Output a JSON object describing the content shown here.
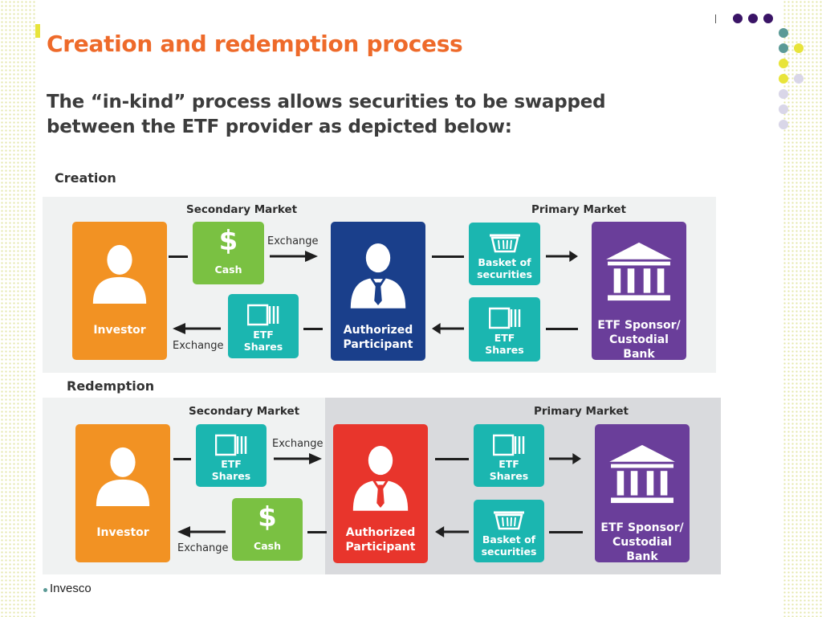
{
  "slide": {
    "title": "Creation and redemption process",
    "subtitle": "The “in-kind” process allows securities to be swapped between the ETF provider as depicted below:",
    "footer": "Invesco"
  },
  "creation": {
    "heading": "Creation",
    "secondary_market": "Secondary Market",
    "primary_market": "Primary Market",
    "investor": {
      "label": "Investor",
      "icon": "person-icon"
    },
    "cash": {
      "label": "Cash",
      "symbol": "$",
      "icon": "dollar-icon"
    },
    "etf_shares_left": {
      "label": "ETF Shares",
      "icon": "shares-icon"
    },
    "exchange_top": "Exchange",
    "exchange_bottom": "Exchange",
    "authorized_participant": {
      "label": "Authorized Participant",
      "icon": "businessman-icon"
    },
    "basket": {
      "label": "Basket of securities",
      "icon": "basket-icon"
    },
    "etf_shares_right": {
      "label": "ETF Shares",
      "icon": "shares-icon"
    },
    "sponsor": {
      "label": "ETF Sponsor/ Custodial Bank",
      "icon": "bank-icon"
    }
  },
  "redemption": {
    "heading": "Redemption",
    "secondary_market": "Secondary Market",
    "primary_market": "Primary Market",
    "investor": {
      "label": "Investor",
      "icon": "person-icon"
    },
    "etf_shares_left": {
      "label": "ETF Shares",
      "icon": "shares-icon"
    },
    "cash": {
      "label": "Cash",
      "symbol": "$",
      "icon": "dollar-icon"
    },
    "exchange_top": "Exchange",
    "exchange_bottom": "Exchange",
    "authorized_participant": {
      "label": "Authorized Participant",
      "icon": "businessman-icon"
    },
    "etf_shares_right": {
      "label": "ETF Shares",
      "icon": "shares-icon"
    },
    "basket": {
      "label": "Basket of securities",
      "icon": "basket-icon"
    },
    "sponsor": {
      "label": "ETF Sponsor/ Custodial Bank",
      "icon": "bank-icon"
    }
  },
  "colors": {
    "title": "#ee6a2a",
    "investor": "#f29223",
    "authorized_participant_creation": "#1a3f8b",
    "authorized_participant_redemption": "#e8352c",
    "sponsor": "#6a3e9a",
    "teal_chip": "#1bb6b0",
    "cash_chip": "#7ac142",
    "accent_yellow": "#e8e43a",
    "accent_teal": "#5b9a96",
    "accent_purple": "#3a1466",
    "accent_lavender": "#d9d6e8"
  }
}
